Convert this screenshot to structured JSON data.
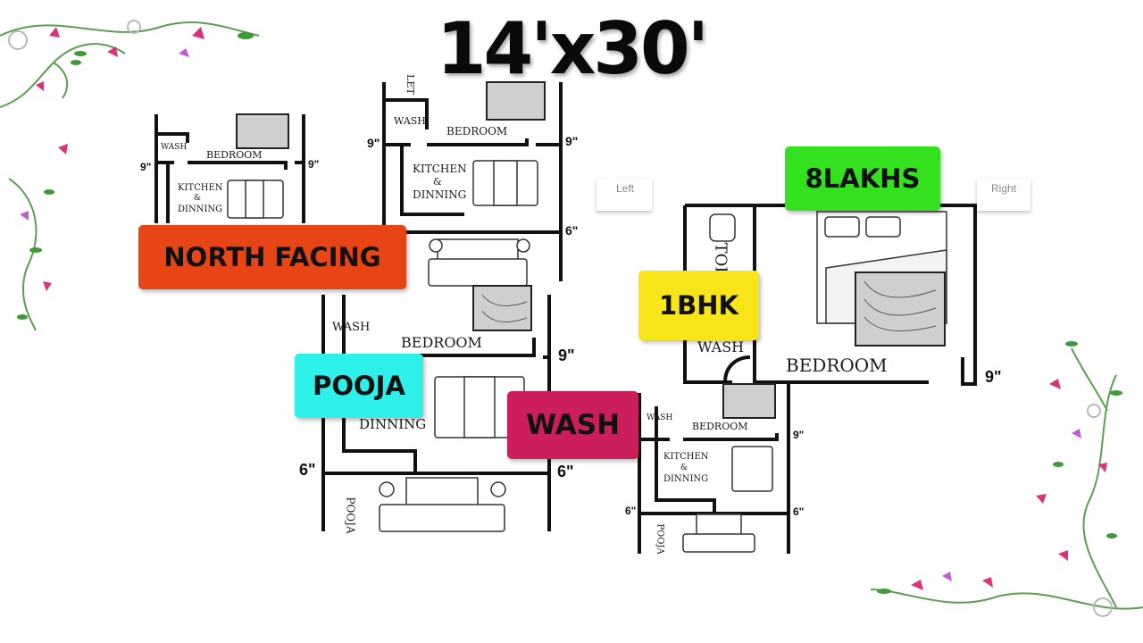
{
  "title": "14'x30'",
  "badges": {
    "north_facing": "NORTH FACING",
    "pooja": "POOJA",
    "wash": "WASH",
    "price": "8LAKHS",
    "bhk": "1BHK"
  },
  "colors": {
    "north_facing": "#e84516",
    "pooja": "#2ef0e8",
    "wash": "#cc1e5c",
    "price": "#33e11e",
    "bhk": "#f7e519",
    "floral_pink": "#d9347a",
    "floral_green": "#3f9a3a"
  },
  "plan_labels": {
    "bedroom": "BEDROOM",
    "wash": "WASH",
    "kitchen": "KITCHEN",
    "amp": "&",
    "dinning": "DINNING",
    "pooja": "POOJA",
    "toilet": "TOI",
    "let": "LET",
    "left": "Left",
    "right": "Right",
    "nine_in": "9\"",
    "six_in": "6\""
  },
  "icons": [
    "flower-vine-top-left",
    "flower-vine-bottom-right"
  ]
}
